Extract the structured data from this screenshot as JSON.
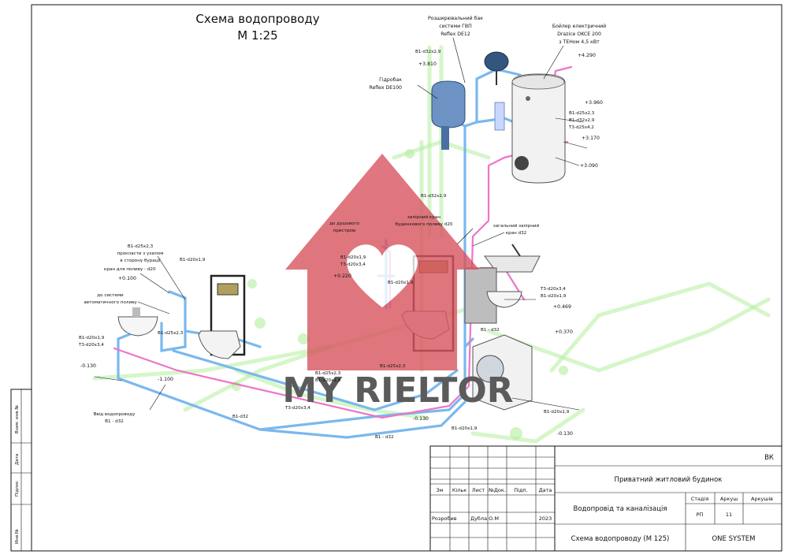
{
  "drawing": {
    "title": "Схема водопроводу",
    "scale": "М 1:25"
  },
  "labels": {
    "expansion_tank": [
      "Розширювальний бак",
      "системи ГВП",
      "Reflex DE12"
    ],
    "boiler": [
      "Бойлер електричний",
      "Drazice OKCE 200",
      "з ТЕНом 4,5 кВт"
    ],
    "hydrotank": [
      "Гідробак",
      "Reflex DE100"
    ],
    "b1_d32x2_9_top": "В1-d32х2,9",
    "lvl_3810": "+3.810",
    "lvl_4290": "+4.290",
    "lvl_3960": "+3.960",
    "boiler_pipes": [
      "В1-d25х2,3",
      "В1-d32х2,9",
      "Т3-d25х4,2"
    ],
    "lvl_3170": "+3.170",
    "lvl_3090": "+3.090",
    "b1_d32x2_9_mid": "В1-d32х2,9",
    "valve_watering": [
      "запірний кран",
      "будинкового поливу d20"
    ],
    "valve_general": [
      "загальний запірний",
      "кран d32"
    ],
    "to_shower": [
      "до душового",
      "пристрою"
    ],
    "mid_pipes": [
      "В1-d20х1,9",
      "Т3-d20х3,4"
    ],
    "lvl_0220": "+0.220",
    "b1_d20_mid": "В1-d20х1,9",
    "left_top": [
      "В1-d25х2,3",
      "прокласти з ухилом",
      "в сторону бурації"
    ],
    "b1_d20_left": "В1-d20х1,9",
    "watering_tap": "кран для поливу - d20",
    "lvl_0100": "+0.100",
    "to_auto_watering": [
      "до системи",
      "автоматичного поливу"
    ],
    "b1_d25_left": "В1-d25х2,3",
    "left_pipes": [
      "В1-d20х1,9",
      "Т3-d20х3,4"
    ],
    "lvl_m0130_left": "-0.130",
    "lvl_m1100": "-1.100",
    "water_inlet": [
      "Ввід водопроводу",
      "В1 - d32"
    ],
    "b1_d32_bottom_left": "В1-d32",
    "t3_d20": "Т3-d20х3,4",
    "center_pipes": [
      "В1-d25х2,3",
      "В1-d20х1,9"
    ],
    "b1_d25_center": "В1-d25х2,3",
    "lvl_m0130_center": "-0.130",
    "b1_d32_bottom": "В1 - d32",
    "b1_d32_right": "В1 - d32",
    "right_pipes": [
      "Т3-d20х3,4",
      "В1-d20х1,9"
    ],
    "lvl_0469": "+0.469",
    "lvl_0370": "+0.370",
    "b1_d20_right": "В1-d20х1,9",
    "b1_d20_bottom": "В1-d20х1,9",
    "lvl_m0130_right": "-0.130"
  },
  "watermark": "MY RIELTOR",
  "title_block": {
    "code": "ВК",
    "project": "Приватний житловий будинок",
    "section": "Водопровід та каналізація",
    "sheet_title": "Схема водопроводу (М 125)",
    "company": "ONE SYSTEM",
    "headers": [
      "Зм",
      "Кільк",
      "Лист",
      "№Док.",
      "Підп.",
      "Дата"
    ],
    "stage_header": "Стадія",
    "sheet_header": "Аркуш",
    "sheets_header": "Аркушів",
    "stage": "РП",
    "sheet": "11",
    "developed_label": "Розробив",
    "developer": "Дубла О.М",
    "year": "2023"
  },
  "side_stamp": [
    "Взам. инв.№",
    "Дата",
    "Підпис",
    "Инв.№"
  ],
  "colors": {
    "cold_water": "#7ab8ee",
    "hot_water": "#ee74c8",
    "sewer": "#b3ef9d",
    "watermark": "#d8545f"
  }
}
